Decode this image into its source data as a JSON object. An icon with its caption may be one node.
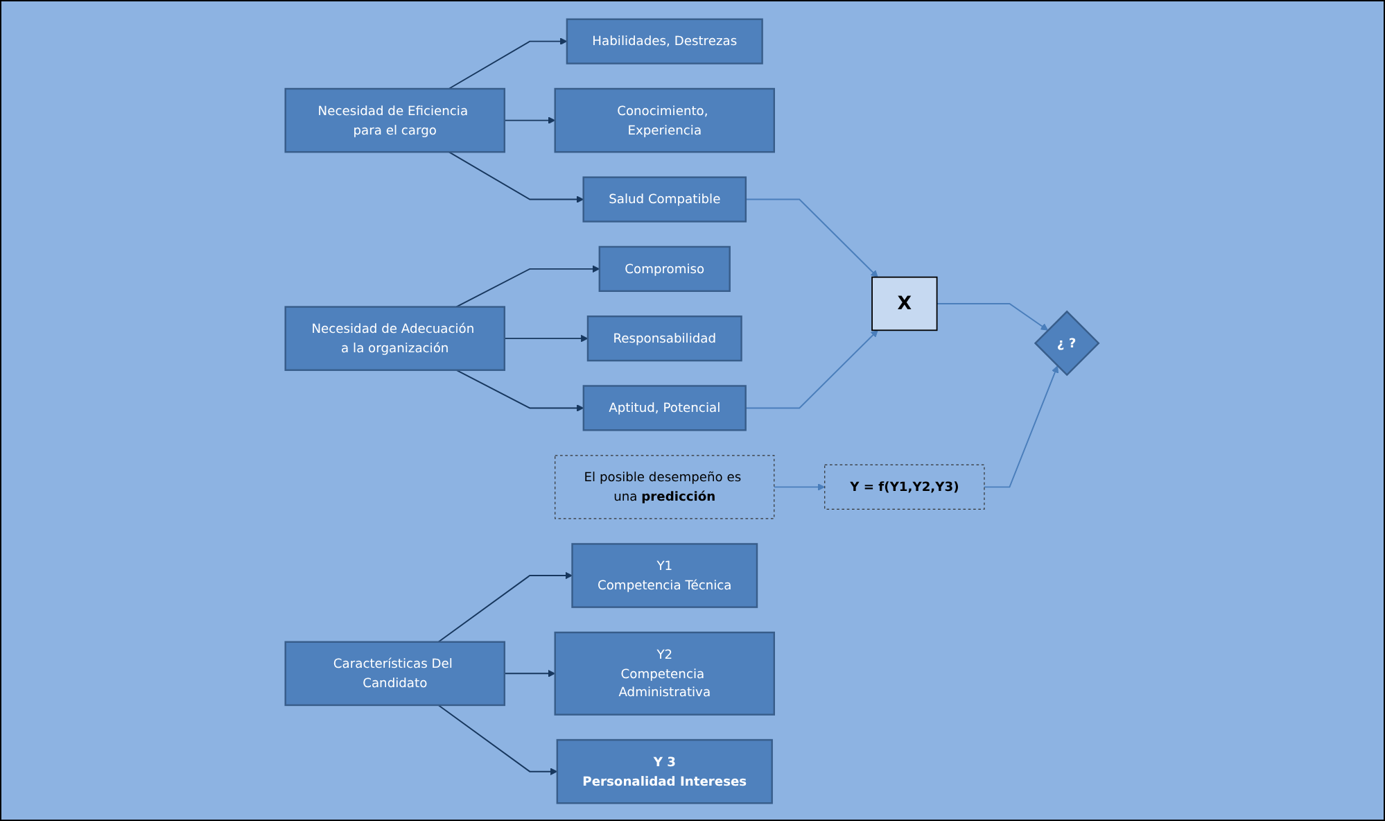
{
  "diagram": {
    "nodes": [
      {
        "text": [
          "Necesidad de Eficiencia para el cargo"
        ]
      },
      {
        "text": [
          "Habilidades, Destrezas"
        ]
      },
      {
        "text": [
          "Conocimiento, Experiencia"
        ]
      },
      {
        "text": [
          "Salud Compatible"
        ]
      },
      {
        "text": [
          "Compromiso"
        ]
      },
      {
        "text": [
          "Responsabilidad"
        ]
      },
      {
        "text": [
          "Aptitud, Potencial"
        ]
      },
      {
        "text": [
          "Necesidad de Adecuación a la organización"
        ]
      },
      {
        "text": [
          "X"
        ]
      },
      {
        "text": [
          "¿ ?"
        ]
      },
      {
        "text": [
          "El posible desempeño es una **predicción**"
        ]
      },
      {
        "text": [
          "Y = f(Y1,Y2,Y3)"
        ]
      },
      {
        "text": [
          "Y1",
          "Competencia Técnica"
        ]
      },
      {
        "text": [
          "Y2",
          "Competencia Administrativa"
        ]
      },
      {
        "text": [
          "Y 3",
          "Personalidad Intereses"
        ]
      },
      {
        "text": [
          "Características Del Candidato"
        ]
      }
    ],
    "edges": [
      {
        "from": 0,
        "to": 1,
        "arrow": "to"
      },
      {
        "from": 0,
        "to": 2,
        "arrow": "to"
      },
      {
        "from": 0,
        "to": 3,
        "arrow": "to"
      },
      {
        "from": 7,
        "to": 4,
        "arrow": "to"
      },
      {
        "from": 7,
        "to": 5,
        "arrow": "to"
      },
      {
        "from": 7,
        "to": 6,
        "arrow": "to"
      },
      {
        "from": 3,
        "to": 8,
        "arrow": "to",
        "color": "#4a7ebb"
      },
      {
        "from": 6,
        "to": 8,
        "arrow": "to",
        "color": "#4a7ebb"
      },
      {
        "from": 8,
        "to": 9,
        "arrow": "to",
        "color": "#4a7ebb"
      },
      {
        "from": 11,
        "to": 9,
        "arrow": "to",
        "color": "#4a7ebb"
      },
      {
        "from": 10,
        "to": 11,
        "arrow": "to",
        "color": "#4a7ebb"
      },
      {
        "from": 15,
        "to": 12,
        "arrow": "to"
      },
      {
        "from": 15,
        "to": 13,
        "arrow": "to"
      },
      {
        "from": 15,
        "to": 14,
        "arrow": "to"
      }
    ]
  }
}
